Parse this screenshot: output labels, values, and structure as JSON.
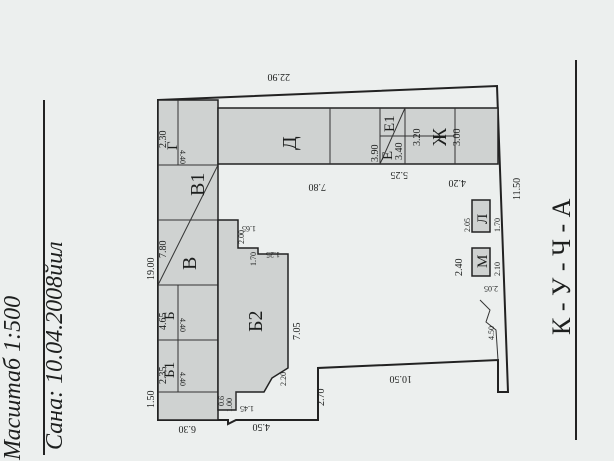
{
  "header": {
    "scale_text": "Масштаб 1:500",
    "date_text": "Сана: 10.04.2008йил"
  },
  "street": {
    "name": "К - У - Ч - А"
  },
  "rooms": {
    "b1": "Б1",
    "b": "Б",
    "v": "В",
    "v1": "В1",
    "g": "Г",
    "d": "Д",
    "e1": "Е1",
    "e": "Е",
    "zh": "Ж",
    "b2": "Б2",
    "m": "М",
    "l": "Л"
  },
  "dims": {
    "total_width": "22.90",
    "top_19": "19.00",
    "d_780_top": "7.80",
    "b_465": "4.65",
    "b1_235": "2.35",
    "b1_150": "1.50",
    "g_230": "2.30",
    "g_440": "4.40",
    "b_440": "4.40",
    "b1_440": "4.40",
    "d_390": "3.90",
    "d_780": "7.80",
    "e1_340": "3.40",
    "e_525": "5.25",
    "zh_320": "3.20",
    "zh_300": "3.00",
    "zh_420": "4.20",
    "right_1150": "11.50",
    "left_630": "6.30",
    "left_450": "4.50",
    "left_270": "2.70",
    "bottom_1050": "10.50",
    "b2_705": "7.05",
    "b2_220": "2.20",
    "b2_125": "1.25",
    "b2_170": "1.70",
    "b2_200": "2.00",
    "b2_165": "1.65",
    "b2_145": "1.45",
    "b2_100": "1.00",
    "b2_06": "0.6",
    "m_240": "2.40",
    "m_210": "2.10",
    "l_205": "2.05",
    "l_170": "1.70",
    "m_205b": "2.05",
    "gate_450": "4.50"
  }
}
